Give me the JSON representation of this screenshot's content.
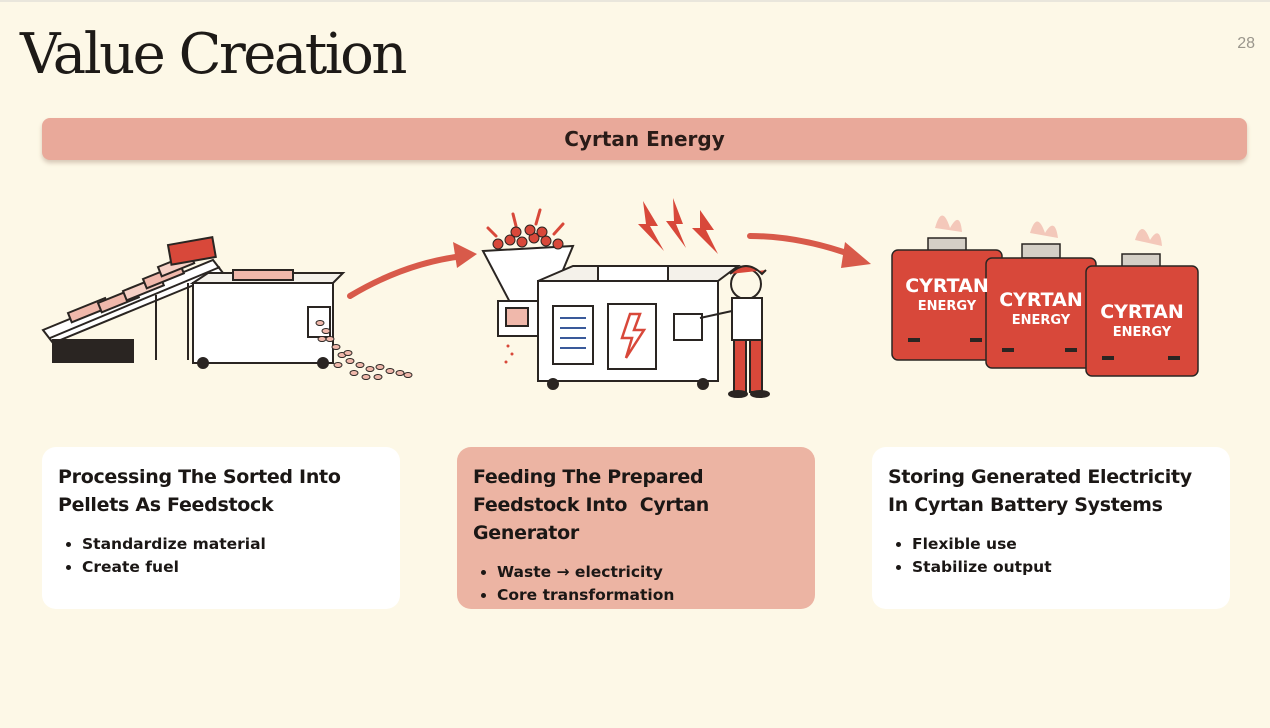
{
  "page": {
    "title": "Value Creation",
    "number": "28"
  },
  "banner": {
    "label": "Cyrtan Energy"
  },
  "illustrations": {
    "battery_label_line1": "CYRTAN",
    "battery_label_line2": "ENERGY"
  },
  "colors": {
    "background": "#fdf8e7",
    "accent": "#e9a99a",
    "highlight_card": "#ecb4a3",
    "illustration_red": "#d8483a"
  },
  "steps": [
    {
      "title": "Processing The Sorted Into Pellets As Feedstock",
      "bullets": [
        "Standardize material",
        "Create fuel"
      ]
    },
    {
      "title": "Feeding The Prepared Feedstock Into  Cyrtan Generator",
      "bullets": [
        "Waste → electricity",
        "Core transformation"
      ]
    },
    {
      "title": "Storing Generated Electricity In Cyrtan Battery Systems",
      "bullets": [
        "Flexible use",
        "Stabilize output"
      ]
    }
  ]
}
